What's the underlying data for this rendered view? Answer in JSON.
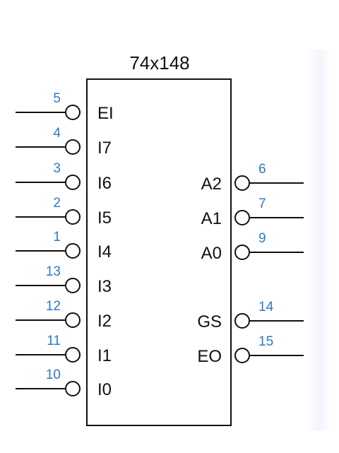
{
  "chip": {
    "title": "74x148"
  },
  "colors": {
    "line": "#111111",
    "pin_number": "#2a7ac8",
    "label": "#111111"
  },
  "left_pins": [
    {
      "signal": "EI",
      "pin": "5"
    },
    {
      "signal": "I7",
      "pin": "4"
    },
    {
      "signal": "I6",
      "pin": "3"
    },
    {
      "signal": "I5",
      "pin": "2"
    },
    {
      "signal": "I4",
      "pin": "1"
    },
    {
      "signal": "I3",
      "pin": "13"
    },
    {
      "signal": "I2",
      "pin": "12"
    },
    {
      "signal": "I1",
      "pin": "11"
    },
    {
      "signal": "I0",
      "pin": "10"
    }
  ],
  "right_pins": [
    {
      "signal": "A2",
      "pin": "6"
    },
    {
      "signal": "A1",
      "pin": "7"
    },
    {
      "signal": "A0",
      "pin": "9"
    },
    {
      "signal": "GS",
      "pin": "14"
    },
    {
      "signal": "EO",
      "pin": "15"
    }
  ]
}
